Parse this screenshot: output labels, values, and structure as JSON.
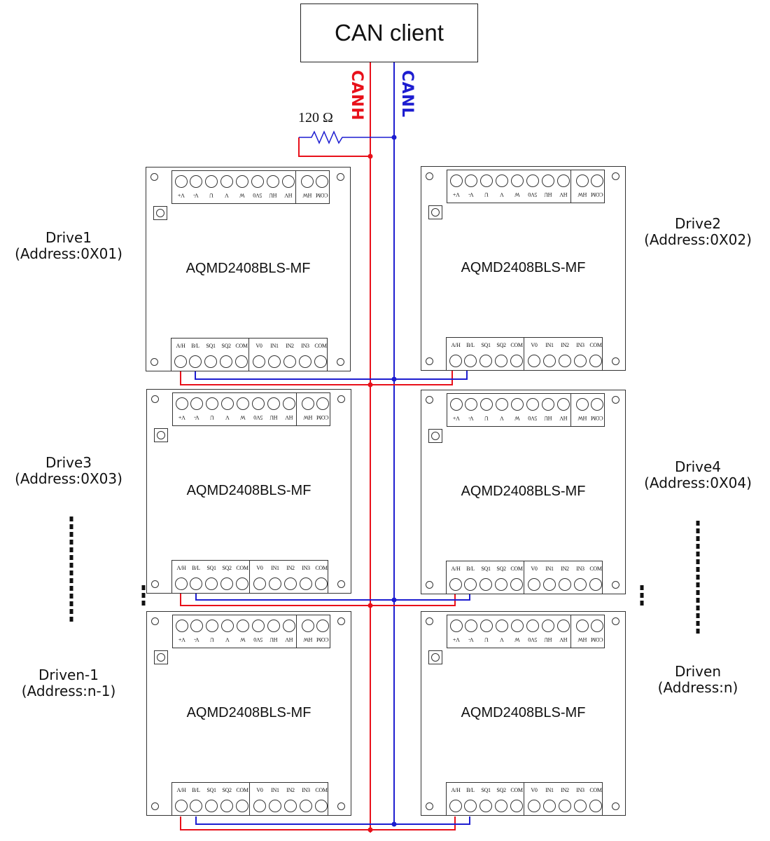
{
  "client": {
    "label": "CAN client"
  },
  "bus": {
    "high_label": "CANH",
    "low_label": "CANL",
    "high_color": "#e8101a",
    "low_color": "#1d1dd0"
  },
  "terminator": {
    "label": "120 Ω"
  },
  "model": "AQMD2408BLS-MF",
  "top_terminals": [
    "COM",
    "HW",
    "HV",
    "HU",
    "5V0",
    "W",
    "V",
    "U",
    "V-",
    "V+"
  ],
  "bottom_terminals": [
    "A/H",
    "B/L",
    "SQ1",
    "SQ2",
    "COM",
    "V0",
    "IN1",
    "IN2",
    "IN3",
    "COM"
  ],
  "drives": [
    {
      "name": "Drive1",
      "address": "(Address:0X01)"
    },
    {
      "name": "Drive2",
      "address": "(Address:0X02)"
    },
    {
      "name": "Drive3",
      "address": "(Address:0X03)"
    },
    {
      "name": "Drive4",
      "address": "(Address:0X04)"
    },
    {
      "name": "Driven-1",
      "address": "(Address:n-1)"
    },
    {
      "name": "Driven",
      "address": "(Address:n)"
    }
  ]
}
